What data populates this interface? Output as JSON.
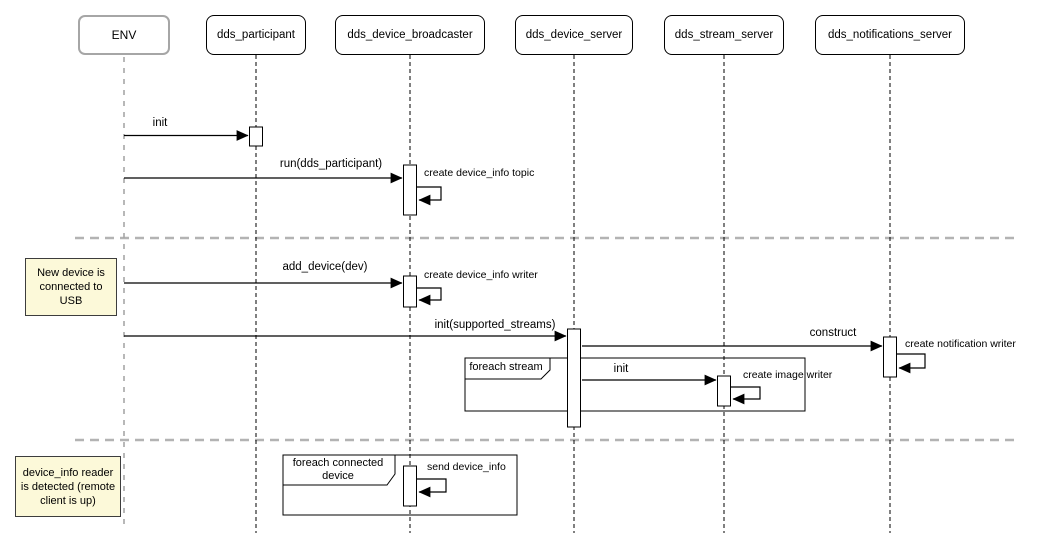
{
  "actors": [
    {
      "label": "ENV"
    },
    {
      "label": "dds_participant"
    },
    {
      "label": "dds_device_broadcaster"
    },
    {
      "label": "dds_device_server"
    },
    {
      "label": "dds_stream_server"
    },
    {
      "label": "dds_notifications_server"
    }
  ],
  "messages": {
    "init": "init",
    "run": "run(dds_participant)",
    "add_device": "add_device(dev)",
    "init_streams": "init(supported_streams)",
    "construct": "construct",
    "init_stream": "init"
  },
  "self_messages": {
    "create_topic": "create device_info topic",
    "create_writer": "create device_info writer",
    "create_notification_writer": "create notification writer",
    "create_image_writer": "create image writer",
    "send_device_info": "send device_info"
  },
  "fragments": {
    "foreach_stream": "foreach stream",
    "foreach_connected_device": "foreach connected\ndevice"
  },
  "notes": {
    "usb": "New device is\nconnected to\nUSB",
    "reader": "device_info reader\nis detected (remote\nclient is up)"
  },
  "colors": {
    "line": "#000000",
    "env_gray": "#a6a6a6",
    "separator_gray": "#b3b3b3",
    "note_bg": "#fcf9d9"
  }
}
